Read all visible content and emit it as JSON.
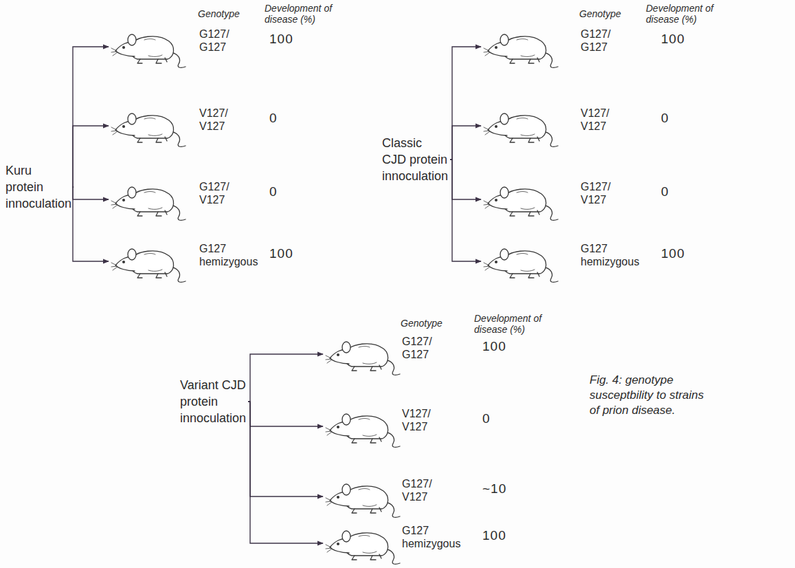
{
  "diagram": {
    "caption": "Fig. 4: genotype susceptbility to strains of prion disease.",
    "nodes": [
      {
        "text": [
          "Kuru protein innoculation"
        ]
      },
      {
        "text": [
          "G127/ G127",
          "100"
        ]
      },
      {
        "text": [
          "V127/ V127",
          "0"
        ]
      },
      {
        "text": [
          "G127/ V127",
          "0"
        ]
      },
      {
        "text": [
          "G127 hemizygous",
          "100"
        ]
      },
      {
        "text": [
          "Classic CJD protein innoculation"
        ]
      },
      {
        "text": [
          "G127/ G127",
          "100"
        ]
      },
      {
        "text": [
          "V127/ V127",
          "0"
        ]
      },
      {
        "text": [
          "G127/ V127",
          "0"
        ]
      },
      {
        "text": [
          "G127 hemizygous",
          "100"
        ]
      },
      {
        "text": [
          "Variant CJD protein innoculation"
        ]
      },
      {
        "text": [
          "G127/ G127",
          "100"
        ]
      },
      {
        "text": [
          "V127/ V127",
          "0"
        ]
      },
      {
        "text": [
          "G127/ V127",
          "~10"
        ]
      },
      {
        "text": [
          "G127 hemizygous",
          "100"
        ]
      }
    ],
    "edges": [
      {
        "from": 0,
        "to": 1,
        "arrow": "to"
      },
      {
        "from": 0,
        "to": 2,
        "arrow": "to"
      },
      {
        "from": 0,
        "to": 3,
        "arrow": "to"
      },
      {
        "from": 0,
        "to": 4,
        "arrow": "to"
      },
      {
        "from": 5,
        "to": 6,
        "arrow": "to"
      },
      {
        "from": 5,
        "to": 7,
        "arrow": "to"
      },
      {
        "from": 5,
        "to": 8,
        "arrow": "to"
      },
      {
        "from": 5,
        "to": 9,
        "arrow": "to"
      },
      {
        "from": 10,
        "to": 11,
        "arrow": "to"
      },
      {
        "from": 10,
        "to": 12,
        "arrow": "to"
      },
      {
        "from": 10,
        "to": 13,
        "arrow": "to"
      },
      {
        "from": 10,
        "to": 14,
        "arrow": "to"
      }
    ],
    "labels": [
      "Genotype",
      "Development of disease (%)",
      "Genotype",
      "Development of disease (%)",
      "Genotype",
      "Development of disease (%)"
    ]
  }
}
